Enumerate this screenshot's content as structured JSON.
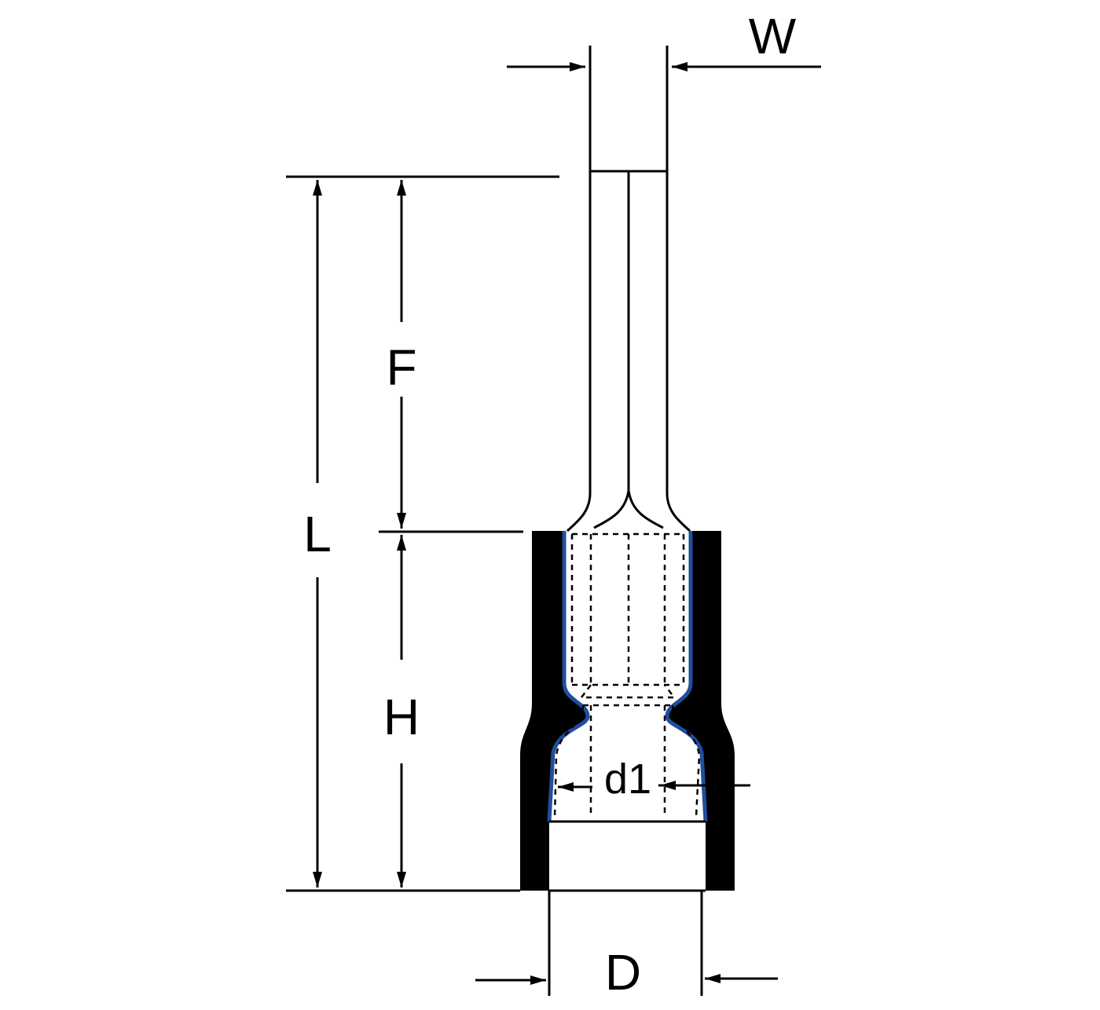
{
  "labels": {
    "w": "W",
    "f": "F",
    "l": "L",
    "h": "H",
    "d1": "d1",
    "d": "D"
  },
  "colors": {
    "insulation": "#000000",
    "insulation_edge": "#1f4e9c",
    "line": "#000000",
    "background": "#ffffff"
  }
}
